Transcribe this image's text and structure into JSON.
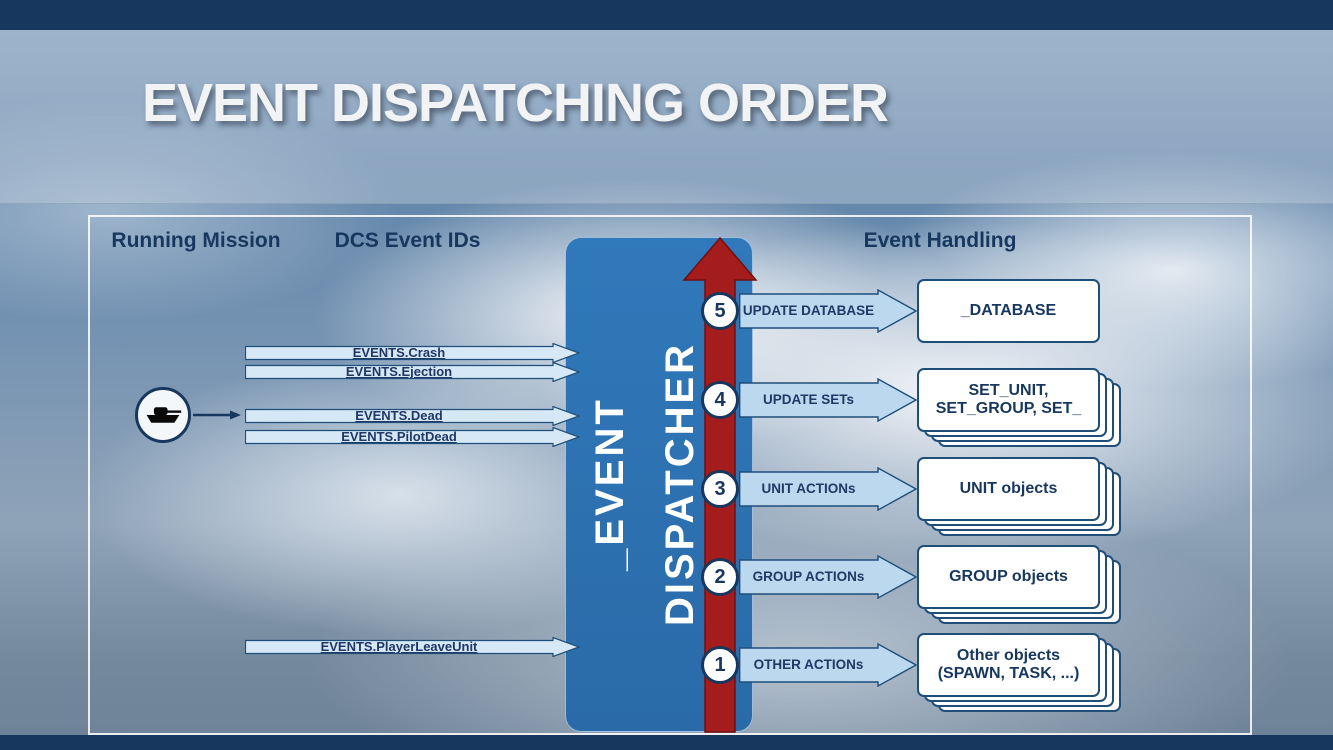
{
  "slide": {
    "title": "EVENT DISPATCHING ORDER"
  },
  "headers": {
    "running_mission": "Running Mission",
    "dcs_event_ids": "DCS Event IDs",
    "event_handling": "Event Handling"
  },
  "dispatcher": {
    "line1": "_EVENT",
    "line2": "DISPATCHER"
  },
  "events": [
    {
      "label": "EVENTS.Crash"
    },
    {
      "label": "EVENTS.Ejection"
    },
    {
      "label": "EVENTS.Dead"
    },
    {
      "label": "EVENTS.PilotDead"
    },
    {
      "label": "EVENTS.PlayerLeaveUnit"
    }
  ],
  "handlers": [
    {
      "number": "5",
      "action": "UPDATE DATABASE",
      "target": "_DATABASE",
      "stacked": false
    },
    {
      "number": "4",
      "action": "UPDATE SETs",
      "target": "SET_UNIT, SET_GROUP, SET_",
      "stacked": true
    },
    {
      "number": "3",
      "action": "UNIT ACTIONs",
      "target": "UNIT objects",
      "stacked": true
    },
    {
      "number": "2",
      "action": "GROUP ACTIONs",
      "target": "GROUP objects",
      "stacked": true
    },
    {
      "number": "1",
      "action": "OTHER ACTIONs",
      "target": "Other objects (SPAWN, TASK, ...)",
      "stacked": true
    }
  ],
  "icons": {
    "unit": "tank-icon",
    "flow": "up-arrow-icon"
  },
  "colors": {
    "navy_bar": "#17375e",
    "dispatcher_blue": "#2e74b5",
    "arrow_red": "#a41c1c",
    "event_arrow_fill": "#d6e7f6",
    "action_arrow_fill": "#bcd8ef",
    "outline_navy": "#1f4e79",
    "text_dark": "#1f3864",
    "title_text": "#f2f3f4"
  }
}
